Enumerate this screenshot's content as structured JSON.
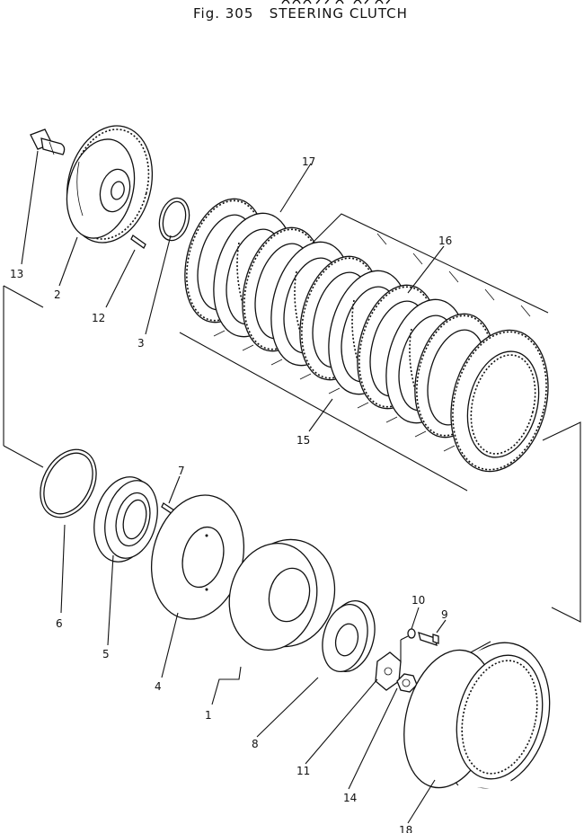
{
  "figure": {
    "number_label": "Fig. 305",
    "title": "STEERING CLUTCH"
  },
  "callouts": [
    "1",
    "2",
    "3",
    "4",
    "5",
    "6",
    "7",
    "8",
    "9",
    "10",
    "11",
    "12",
    "13",
    "14",
    "15",
    "16",
    "17",
    "18"
  ]
}
